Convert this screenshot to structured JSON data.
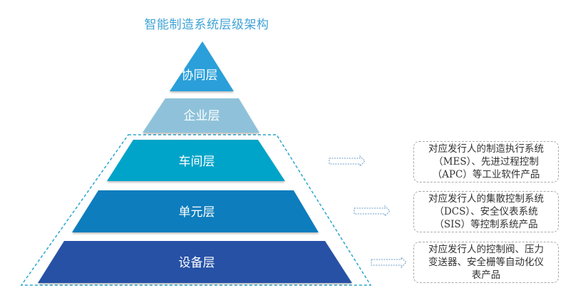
{
  "title": "智能制造系统层级架构",
  "colors": {
    "title": "#3fa3d6",
    "outline": "#2aa6cf",
    "arrow": "#6a9cc9"
  },
  "layers": [
    {
      "label": "协同层",
      "color": "#2b9fd9"
    },
    {
      "label": "企业层",
      "color": "#8fc2da"
    },
    {
      "label": "车间层",
      "color": "#04a4c8"
    },
    {
      "label": "单元层",
      "color": "#0b7dbd"
    },
    {
      "label": "设备层",
      "color": "#2551a5"
    }
  ],
  "descriptions": [
    {
      "layer": "车间层",
      "lines": [
        "对应发行人的制造执行系统",
        "（MES）、先进过程控制",
        "（APC）等工业软件产品"
      ]
    },
    {
      "layer": "单元层",
      "lines": [
        "对应发行人的集散控制系统",
        "（DCS）、安全仪表系统",
        "（SIS）等控制系统产品"
      ]
    },
    {
      "layer": "设备层",
      "lines": [
        "对应发行人的控制阀、压力",
        "变送器、安全栅等自动化仪",
        "表产品"
      ]
    }
  ]
}
